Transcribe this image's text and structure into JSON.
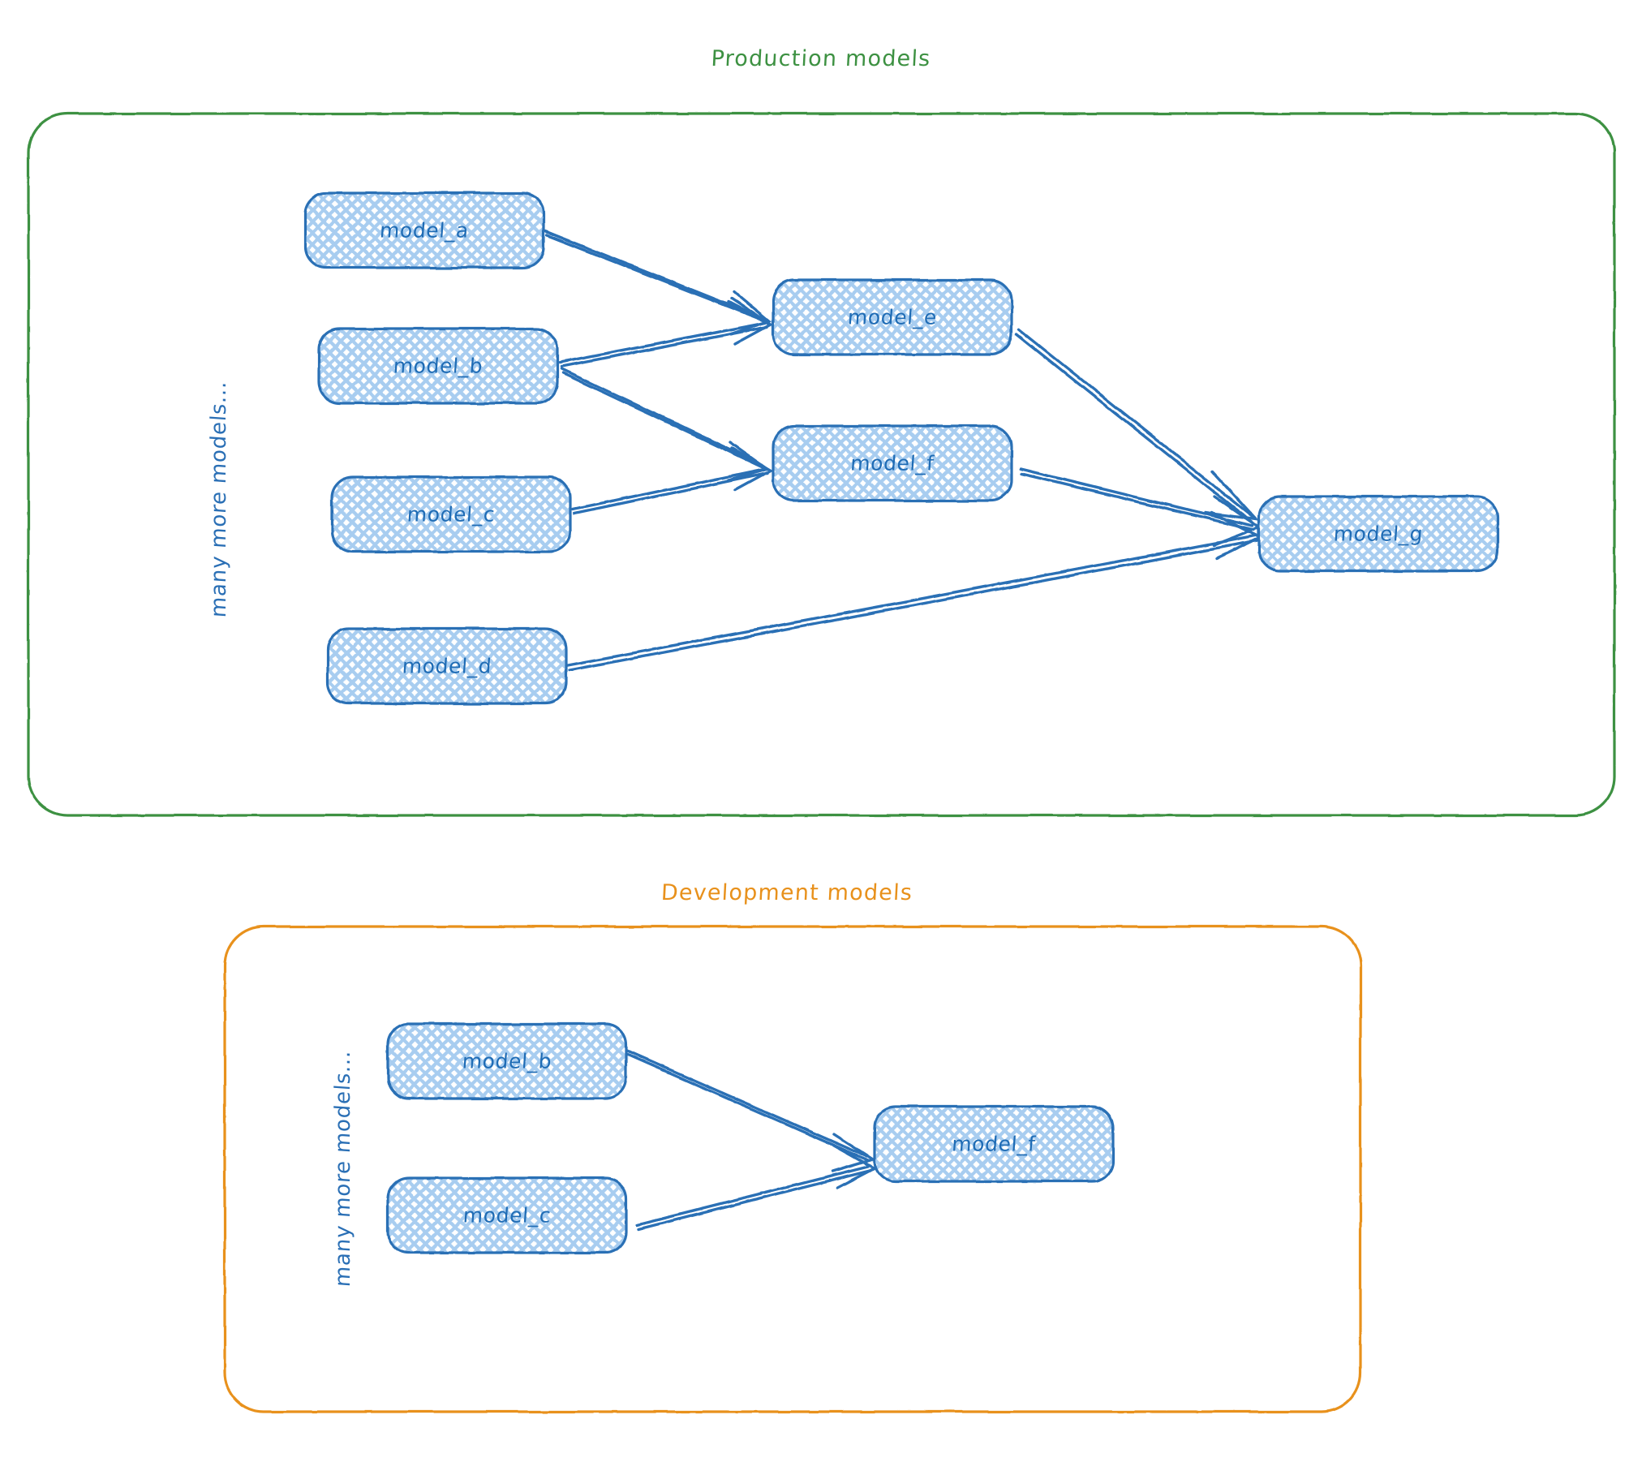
{
  "diagram": {
    "title_hidden": "",
    "colors": {
      "production_border": "#3d9142",
      "development_border": "#e8911c",
      "node_stroke": "#2a6fb5",
      "node_fill": "#cfe3f7",
      "arrow": "#2a6fb5",
      "text_blue": "#1f6cb5",
      "background": "#ffffff"
    }
  },
  "groups": [
    {
      "id": "production",
      "label": "Production models",
      "side_note": "many more models...",
      "nodes": [
        {
          "id": "prod_model_a",
          "label": "model_a"
        },
        {
          "id": "prod_model_b",
          "label": "model_b"
        },
        {
          "id": "prod_model_c",
          "label": "model_c"
        },
        {
          "id": "prod_model_d",
          "label": "model_d"
        },
        {
          "id": "prod_model_e",
          "label": "model_e"
        },
        {
          "id": "prod_model_f",
          "label": "model_f"
        },
        {
          "id": "prod_model_g",
          "label": "model_g"
        }
      ],
      "edges": [
        {
          "from": "model_a",
          "to": "model_e"
        },
        {
          "from": "model_b",
          "to": "model_e"
        },
        {
          "from": "model_b",
          "to": "model_f"
        },
        {
          "from": "model_c",
          "to": "model_f"
        },
        {
          "from": "model_e",
          "to": "model_g"
        },
        {
          "from": "model_f",
          "to": "model_g"
        },
        {
          "from": "model_d",
          "to": "model_g"
        }
      ]
    },
    {
      "id": "development",
      "label": "Development models",
      "side_note": "many more models...",
      "nodes": [
        {
          "id": "dev_model_b",
          "label": "model_b"
        },
        {
          "id": "dev_model_c",
          "label": "model_c"
        },
        {
          "id": "dev_model_f",
          "label": "model_f"
        }
      ],
      "edges": [
        {
          "from": "model_b",
          "to": "model_f"
        },
        {
          "from": "model_c",
          "to": "model_f"
        }
      ]
    }
  ]
}
